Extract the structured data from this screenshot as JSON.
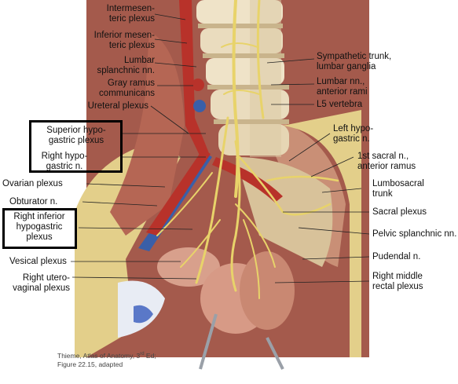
{
  "figure": {
    "labels_left": {
      "intermesenteric": "Intermesen-\nteric plexus",
      "inferior_mesenteric": "Inferior mesen-\nteric plexus",
      "lumbar_splanchnic": "Lumbar\nsplanchnic nn.",
      "gray_ramus": "Gray ramus\ncommunicans",
      "ureteral": "Ureteral plexus",
      "superior_hypogastric": "Superior hypo-\ngastric plexus",
      "right_hypogastric": "Right hypo-\ngastric n.",
      "ovarian": "Ovarian plexus",
      "obturator": "Obturator n.",
      "right_inferior_hypogastric": "Right inferior\nhypogastric\nplexus",
      "vesical": "Vesical plexus",
      "right_uterovaginal": "Right utero-\nvaginal plexus"
    },
    "labels_right": {
      "sympathetic_trunk": "Sympathetic trunk,\nlumbar ganglia",
      "lumbar_nn": "Lumbar nn.,\nanterior rami",
      "l5": "L5 vertebra",
      "left_hypogastric": "Left hypo-\ngastric n.",
      "first_sacral": "1st sacral n.,\nanterior ramus",
      "lumbosacral": "Lumbosacral\ntrunk",
      "sacral_plexus": "Sacral plexus",
      "pelvic_splanchnic": "Pelvic splanchnic nn.",
      "pudendal": "Pudendal n.",
      "right_middle_rectal": "Right middle\nrectal plexus"
    },
    "credit": {
      "line1_a": "Thieme, Atlas of Anatomy, 3",
      "line1_sup": "rd",
      "line1_b": " Ed;",
      "line2": "Figure 22.15, adapted"
    },
    "colors": {
      "nerve": "#e8d36a",
      "artery": "#b8322a",
      "vein": "#3a5fa8",
      "muscle": "#b86a58",
      "bone": "#e8dcc0",
      "fat": "#e6d28c",
      "organ": "#d79a86"
    }
  }
}
